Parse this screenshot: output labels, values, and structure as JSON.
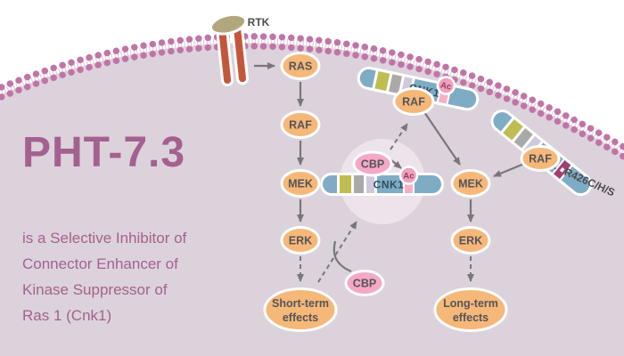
{
  "title": "PHT-7.3",
  "description_lines": [
    "is a Selective Inhibitor of",
    "Connector Enhancer of",
    "Kinase Suppressor of",
    "Ras 1 (Cnk1)"
  ],
  "labels": {
    "rtk": "RTK",
    "ras": "RAS",
    "raf": "RAF",
    "mek": "MEK",
    "erk": "ERK",
    "cnk1": "CNK1",
    "cbp": "CBP",
    "ac": "Ac",
    "mutation": "R426C/H/S",
    "short_term_line1": "Short-term",
    "short_term_line2": "effects",
    "long_term_line1": "Long-term",
    "long_term_line2": "effects"
  },
  "colors": {
    "title_text": "#a4618f",
    "cell_interior": "#dcd2db",
    "membrane_dots": "#c075a6",
    "node_fill": "#f6b878",
    "pink_fill": "#f5a8c5",
    "ac_fill": "#f1a0bb",
    "bar_blue": "#7facc5",
    "bar_olive": "#bfbd52",
    "bar_gray": "#a9a9a7",
    "bar_lavender": "#cfc9db",
    "bar_pink": "#f5b0c8",
    "mutation_segment": "#a23e72",
    "rtk_receptor": "#c3573b",
    "rtk_cap": "#b1a77e",
    "arrow": "#77777a"
  }
}
